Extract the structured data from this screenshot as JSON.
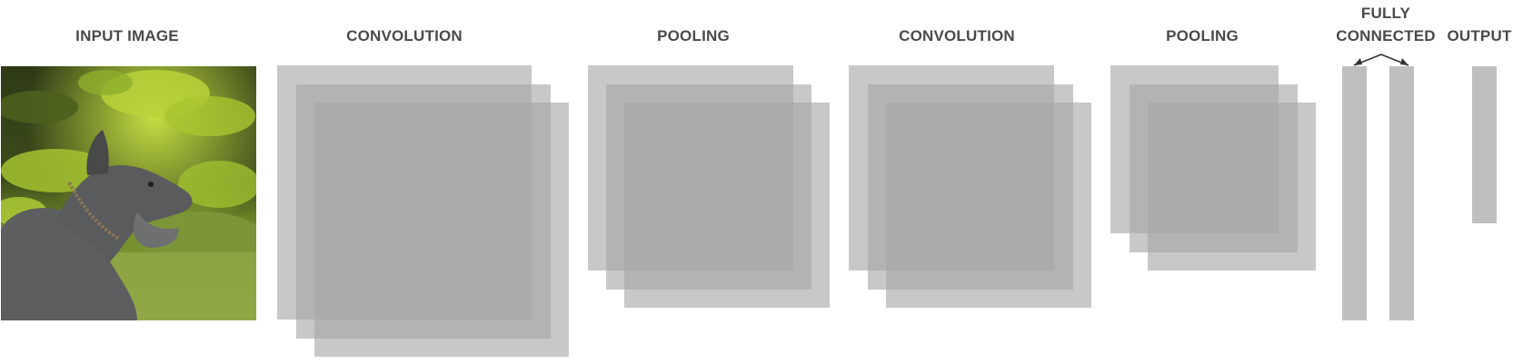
{
  "labels": {
    "input": "INPUT IMAGE",
    "conv1": "CONVOLUTION",
    "pool1": "POOLING",
    "conv2": "CONVOLUTION",
    "pool2": "POOLING",
    "fc_line1": "FULLY",
    "fc_line2": "CONNECTED",
    "output": "OUTPUT"
  },
  "input_image": {
    "subject": "dog",
    "description_colors": {
      "foliage_dark": "#2e3818",
      "foliage_bright": "#a8c832",
      "grass": "#8aa040",
      "dog": "#5a5a5a"
    }
  },
  "colors": {
    "label_text": "#4a4a4a",
    "feature_map": "#a6a6a6",
    "vector": "#bfbfbf",
    "arrow": "#333333"
  }
}
